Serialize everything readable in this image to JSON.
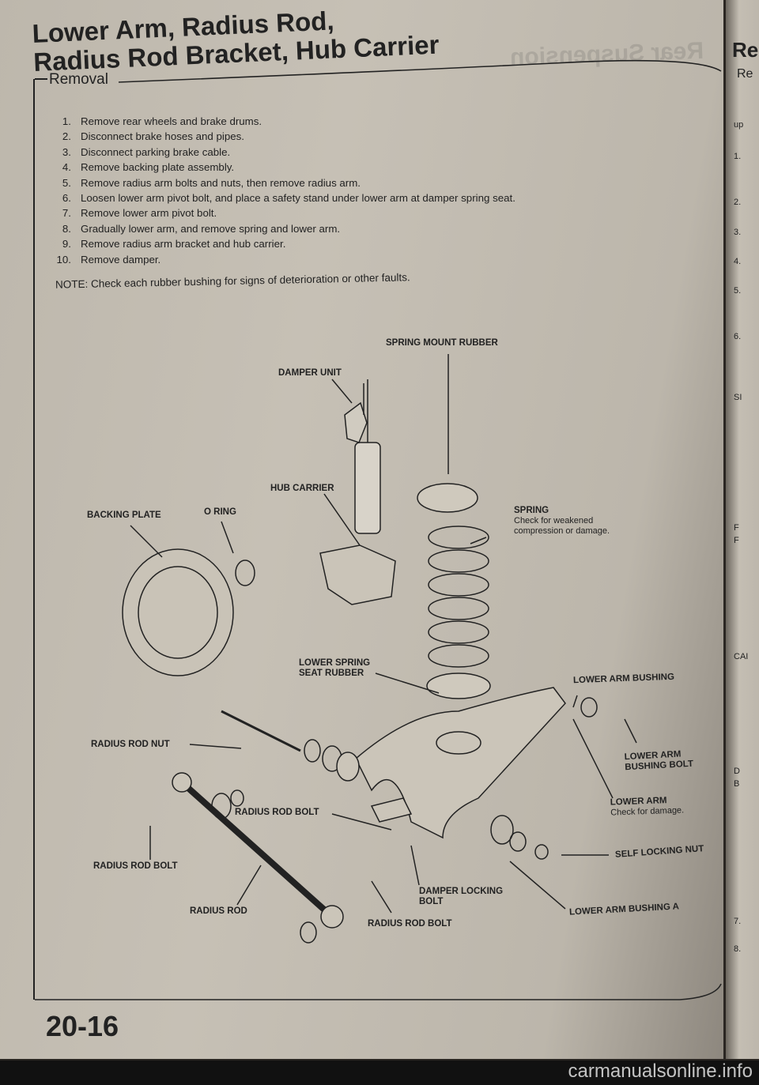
{
  "header": {
    "title_line1": "Lower Arm, Radius Rod,",
    "title_line2": "Radius Rod Bracket, Hub Carrier",
    "section": "Removal",
    "ghost_text": "Rear Suspension"
  },
  "steps": [
    {
      "n": "1.",
      "text": "Remove rear wheels and brake drums."
    },
    {
      "n": "2.",
      "text": "Disconnect brake hoses and pipes."
    },
    {
      "n": "3.",
      "text": "Disconnect parking brake cable."
    },
    {
      "n": "4.",
      "text": "Remove backing plate assembly."
    },
    {
      "n": "5.",
      "text": "Remove radius arm bolts and nuts, then remove radius arm."
    },
    {
      "n": "6.",
      "text": "Loosen lower arm pivot bolt, and place a safety stand under lower arm at damper spring seat."
    },
    {
      "n": "7.",
      "text": "Remove lower arm pivot bolt."
    },
    {
      "n": "8.",
      "text": "Gradually lower arm, and remove spring and lower arm."
    },
    {
      "n": "9.",
      "text": "Remove radius arm bracket and hub carrier."
    },
    {
      "n": "10.",
      "text": "Remove damper."
    }
  ],
  "note": "NOTE:  Check each rubber bushing for signs of deterioration or other faults.",
  "diagram": {
    "spring_mount_rubber": "SPRING MOUNT RUBBER",
    "damper_unit": "DAMPER UNIT",
    "hub_carrier": "HUB CARRIER",
    "backing_plate": "BACKING PLATE",
    "o_ring": "O RING",
    "spring": "SPRING",
    "spring_note1": "Check for weakened",
    "spring_note2": "compression or damage.",
    "lower_spring_seat1": "LOWER SPRING",
    "lower_spring_seat2": "SEAT RUBBER",
    "lower_arm_bushing": "LOWER ARM BUSHING",
    "radius_rod_nut": "RADIUS ROD NUT",
    "lower_arm_bushing_bolt1": "LOWER ARM",
    "lower_arm_bushing_bolt2": "BUSHING BOLT",
    "radius_rod_bolt_mid": "RADIUS ROD BOLT",
    "lower_arm": "LOWER ARM",
    "lower_arm_note": "Check for damage.",
    "self_locking_nut": "SELF LOCKING NUT",
    "radius_rod_bolt_left": "RADIUS ROD BOLT",
    "damper_locking_bolt1": "DAMPER LOCKING",
    "damper_locking_bolt2": "BOLT",
    "lower_arm_bushing_a": "LOWER ARM BUSHING A",
    "radius_rod": "RADIUS ROD",
    "radius_rod_bolt_bottom": "RADIUS ROD BOLT"
  },
  "page_number": "20-16",
  "right_page": {
    "title": "Rea",
    "section": "Re",
    "items": [
      "up",
      "1.",
      "2.",
      "3.",
      "4.",
      "5.",
      "6.",
      "SI",
      "F",
      "F",
      "CAI",
      "D",
      "B",
      "7.",
      "8."
    ]
  },
  "watermark": "carmanualsonline.info"
}
